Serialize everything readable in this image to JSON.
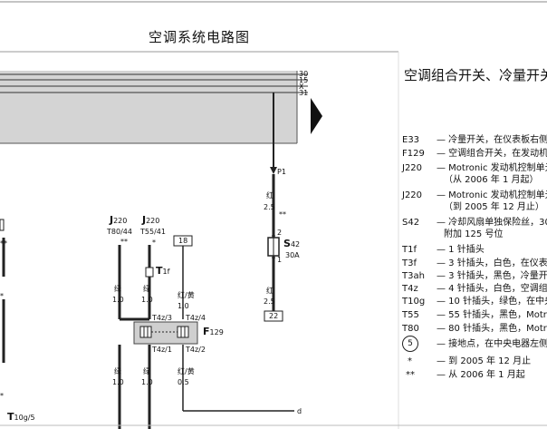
{
  "title": "空调系统电路图",
  "legend_title": "空调组合开关、冷量开关",
  "bus_labels": [
    "30",
    "15",
    "X",
    "31"
  ],
  "legend": [
    {
      "code": "E33",
      "desc": "— 冷量开关，在仪表板右侧"
    },
    {
      "code": "F129",
      "desc": "— 空调组合开关，在发动机"
    },
    {
      "code": "J220",
      "desc": "— Motronic 发动机控制单元"
    },
    {
      "code": "",
      "desc": "（从 2006 年 1 月起）"
    },
    {
      "code": "J220",
      "desc": "— Motronic 发动机控制单元"
    },
    {
      "code": "",
      "desc": "（到 2005 年 12 月止）"
    },
    {
      "code": "S42",
      "desc": "— 冷却风扇单独保险丝，30"
    },
    {
      "code": "",
      "desc": "附加 125 号位"
    },
    {
      "code": "T1f",
      "desc": "— 1 针插头"
    },
    {
      "code": "T3f",
      "desc": "— 3 针插头，白色，在仪表"
    },
    {
      "code": "T3ah",
      "desc": "— 3 针插头，黑色，冷量开"
    },
    {
      "code": "T4z",
      "desc": "— 4 针插头，白色，空调组"
    },
    {
      "code": "T10g",
      "desc": "— 10 针插头，绿色，在中央"
    },
    {
      "code": "T55",
      "desc": "— 55 针插头，黑色，Motron"
    },
    {
      "code": "T80",
      "desc": "— 80 针插头，黑色，Motron"
    },
    {
      "code": "5",
      "desc": "— 接地点，在中央电器左侧"
    },
    {
      "code": "*",
      "desc": "— 到 2005 年 12 月止"
    },
    {
      "code": "**",
      "desc": "— 从 2006 年 1 月起"
    }
  ],
  "diagram": {
    "p1": "P1",
    "wire_red": "红",
    "wire_red_gauge": "2.5",
    "star2": "**",
    "pin2": "2",
    "pin1": "1",
    "s42_name": "S",
    "s42_sub": "42",
    "s42_amp": "30A",
    "wire_red2": "红",
    "wire_red2_gauge": "2.5",
    "box22": "22",
    "box18": "18",
    "j220a_name": "J",
    "j220a_sub": "220",
    "j220a_pin": "T80/44",
    "j220a_star": "**",
    "j220b_name": "J",
    "j220b_sub": "220",
    "j220b_pin": "T55/41",
    "j220b_star": "*",
    "t1f_name": "T",
    "t1f_sub": "1f",
    "wire_green1": "绿",
    "wire_green1_g": "1.0",
    "wire_green2": "绿",
    "wire_green2_g": "1.0",
    "wire_redyellow": "红/黄",
    "wire_redyellow_g": "1.0",
    "t4z3": "T4z/3",
    "t4z4": "T4z/4",
    "t4z1": "T4z/1",
    "t4z2": "T4z/2",
    "f129_name": "F",
    "f129_sub": "129",
    "wire_green3": "绿",
    "wire_green3_g": "1.0",
    "wire_green4": "绿",
    "wire_green4_g": "1.0",
    "wire_redyellow2": "红/黄",
    "wire_redyellow2_g": "0.5",
    "d_label": "d",
    "t10g_name": "T",
    "t10g_sub": "10g/5",
    "left_star": "**",
    "left_star2": "*",
    "left_star3": "*"
  },
  "colors": {
    "panel": "#d4d4d4",
    "line": "#222222"
  }
}
